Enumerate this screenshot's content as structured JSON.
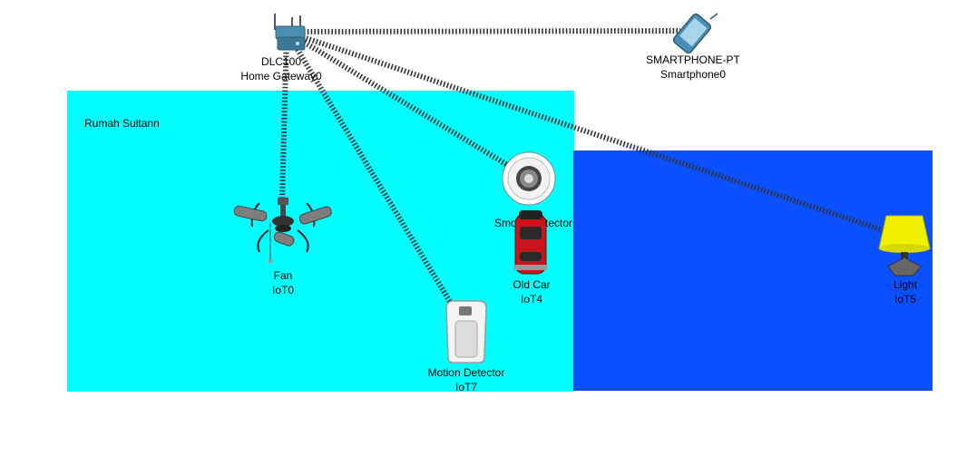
{
  "colors": {
    "zone_cyan": "#00ffff",
    "zone_blue": "#0a50ff",
    "link": "#333333"
  },
  "zones": {
    "cyan_label": "Rumah Sultann",
    "blue_label": ""
  },
  "devices": {
    "gateway": {
      "icon": "home-gateway-icon",
      "model": "DLC100",
      "name": "Home Gateway0"
    },
    "smartphone": {
      "icon": "smartphone-icon",
      "model": "SMARTPHONE-PT",
      "name": "Smartphone0"
    },
    "fan": {
      "icon": "ceiling-fan-icon",
      "model": "Fan",
      "name": "IoT0"
    },
    "smoke": {
      "icon": "smoke-detector-icon",
      "model": "Smoke Detector",
      "name": ""
    },
    "car": {
      "icon": "old-car-icon",
      "model": "Old Car",
      "name": "IoT4"
    },
    "motion": {
      "icon": "motion-detector-icon",
      "model": "Motion Detector",
      "name": "IoT7"
    },
    "light": {
      "icon": "lamp-icon",
      "model": "Light",
      "name": "IoT5"
    }
  },
  "links": [
    {
      "from": "gateway",
      "to": "smartphone",
      "type": "wireless"
    },
    {
      "from": "gateway",
      "to": "fan",
      "type": "wireless"
    },
    {
      "from": "gateway",
      "to": "motion",
      "type": "wireless"
    },
    {
      "from": "gateway",
      "to": "smoke",
      "type": "wireless"
    },
    {
      "from": "gateway",
      "to": "light",
      "type": "wireless"
    }
  ]
}
